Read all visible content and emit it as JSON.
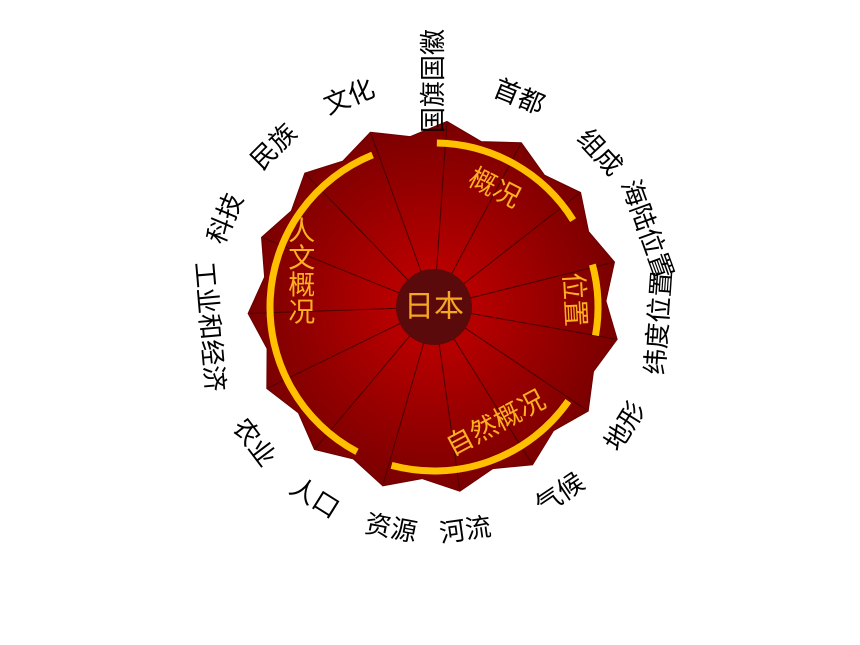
{
  "center": {
    "label": "日本",
    "text_color": "#F5A623"
  },
  "colors": {
    "wheel_light": "#C80000",
    "wheel_dark": "#7A0000",
    "hub": "#5A0A0A",
    "spoke": "#4A0000",
    "arc": "#FFC000",
    "group_text": "#FFB020",
    "outer_text": "#000000"
  },
  "outer_labels": [
    {
      "text": "国旗国徽",
      "angle": 0,
      "vertical": true
    },
    {
      "text": "首都",
      "angle": 22
    },
    {
      "text": "组成",
      "angle": 47
    },
    {
      "text": "海陆位置",
      "angle": 70
    },
    {
      "text": "纬度位置",
      "angle": 94
    },
    {
      "text": "地形",
      "angle": 122
    },
    {
      "text": "气候",
      "angle": 146
    },
    {
      "text": "河流",
      "angle": 172
    },
    {
      "text": "资源",
      "angle": 191
    },
    {
      "text": "人口",
      "angle": 212
    },
    {
      "text": "农业",
      "angle": 233
    },
    {
      "text": "工业和经济",
      "angle": 265
    },
    {
      "text": "科技",
      "angle": 293
    },
    {
      "text": "民族",
      "angle": 315
    },
    {
      "text": "文化",
      "angle": 338
    }
  ],
  "groups": [
    {
      "label": "概况",
      "arc": [
        1,
        58
      ],
      "text_angle": 27,
      "text_radius": 133,
      "vertical": false
    },
    {
      "label": "位置",
      "arc": [
        75,
        100
      ],
      "text_angle": 87,
      "text_radius": 140,
      "vertical": false
    },
    {
      "label": "自然概况",
      "arc": [
        125,
        195
      ],
      "text_angle": 152,
      "text_radius": 132,
      "vertical": false
    },
    {
      "label": "人文概况",
      "arc": [
        208,
        338
      ],
      "text_angle": 285,
      "text_radius": 140,
      "vertical": true
    }
  ]
}
